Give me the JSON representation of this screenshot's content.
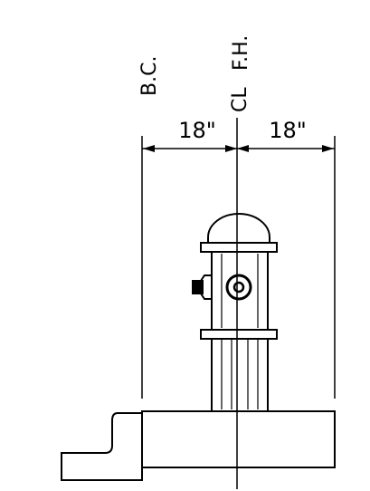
{
  "drawing": {
    "labels": {
      "back_of_curb": "B.C.",
      "centerline": "CL",
      "fire_hydrant": "F.H.",
      "left_offset": "18\"",
      "right_offset": "18\""
    },
    "colors": {
      "line": "#000000",
      "background": "#ffffff"
    }
  }
}
